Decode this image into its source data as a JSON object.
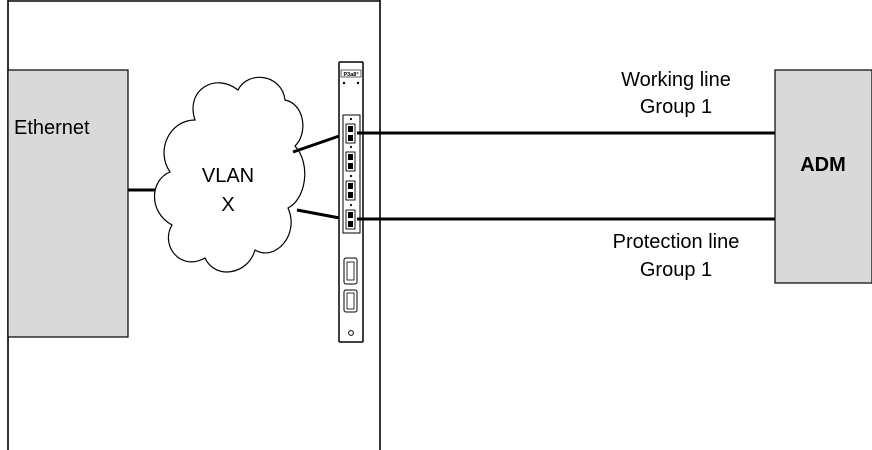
{
  "ethernet_box": {
    "label": "Ethernet",
    "fill": "#d9d9d9"
  },
  "vlan_cloud": {
    "line1": "VLAN",
    "line2": "X"
  },
  "device_card": {
    "brand": "P3a8°"
  },
  "working_line": {
    "label_line1": "Working line",
    "label_line2": "Group 1"
  },
  "protection_line": {
    "label_line1": "Protection line",
    "label_line2": "Group 1"
  },
  "adm_box": {
    "label": "ADM",
    "fill": "#d9d9d9"
  }
}
